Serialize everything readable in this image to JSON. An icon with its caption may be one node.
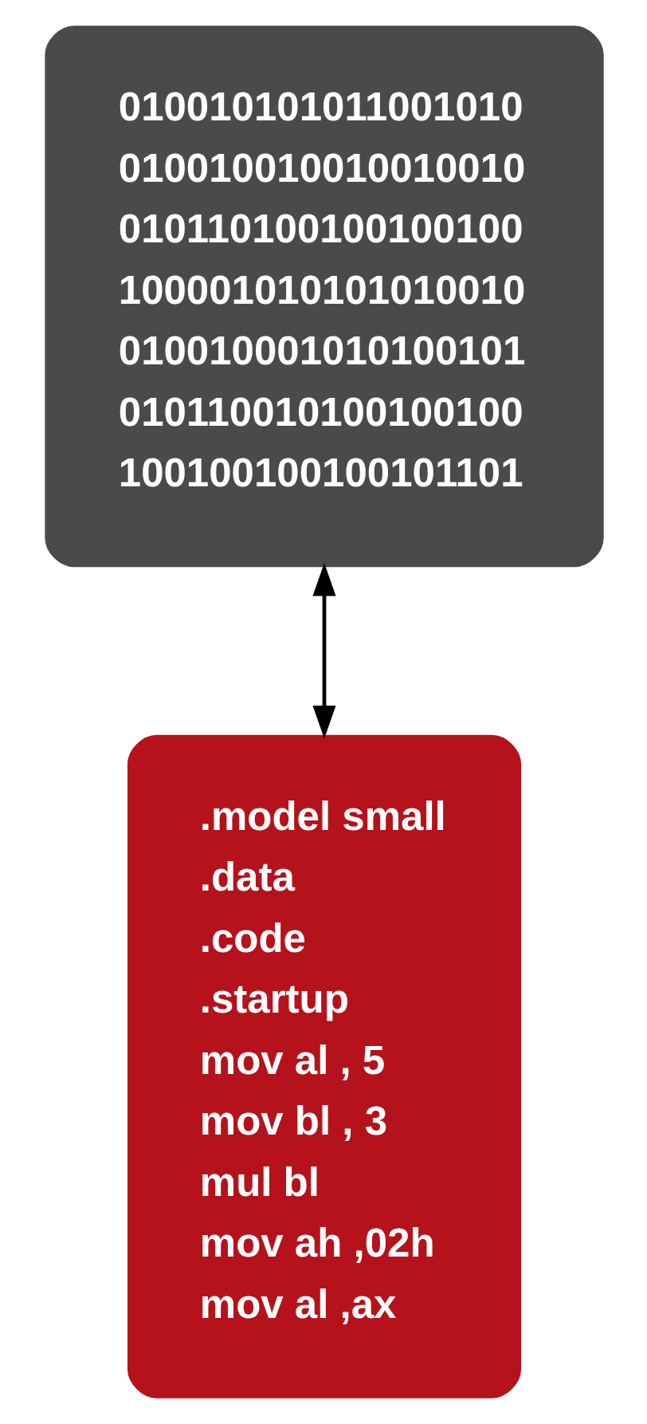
{
  "diagram": {
    "nodes": [
      {
        "text": [
          "010010101011001010",
          "010010010010010010",
          "010110100100100100",
          "100001010101010010",
          "010010001010100101",
          "010110010100100100",
          "100100100100101101"
        ]
      },
      {
        "text": [
          ".model small",
          ".data",
          ".code",
          ".startup",
          "mov al , 5",
          "mov bl , 3",
          "mul bl",
          "mov ah ,02h",
          "mov al ,ax"
        ]
      }
    ],
    "edges": [
      {
        "from": 0,
        "to": 1,
        "arrow": "both"
      }
    ]
  }
}
